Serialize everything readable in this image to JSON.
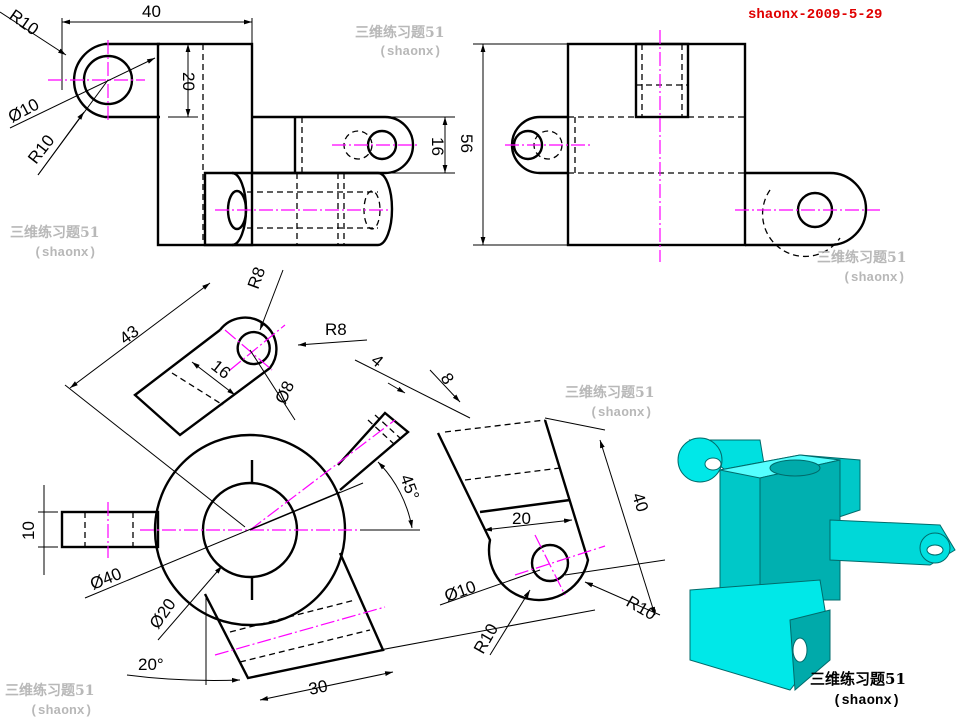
{
  "signature": "shaonx-2009-5-29",
  "watermark": {
    "title": "三维练习题51",
    "author": "(shaonx)"
  },
  "caption": {
    "title": "三维练习题51",
    "author": "(shaonx)"
  },
  "front_view": {
    "dims": {
      "width": "40",
      "r_top": "R10",
      "hole": "Ø10",
      "r_bottom": "R10",
      "height": "20",
      "lug": "16"
    }
  },
  "side_view": {
    "dims": {
      "height": "56"
    }
  },
  "top_view": {
    "dims": {
      "len": "43",
      "r1": "R8",
      "r2": "R8",
      "w": "16",
      "hole": "Ø8",
      "a": "4",
      "b": "8",
      "angle1": "45°",
      "thick": "10",
      "outer": "Ø40",
      "inner": "Ø20",
      "angle2": "20°",
      "arm_w": "30"
    }
  },
  "aux_view": {
    "dims": {
      "len": "40",
      "w": "20",
      "hole": "Ø10",
      "r1": "R10",
      "r2": "R10"
    }
  },
  "colors": {
    "outline": "#000000",
    "center": "#ff00ff",
    "solid": "#00e5e5",
    "signature": "#e00000"
  }
}
